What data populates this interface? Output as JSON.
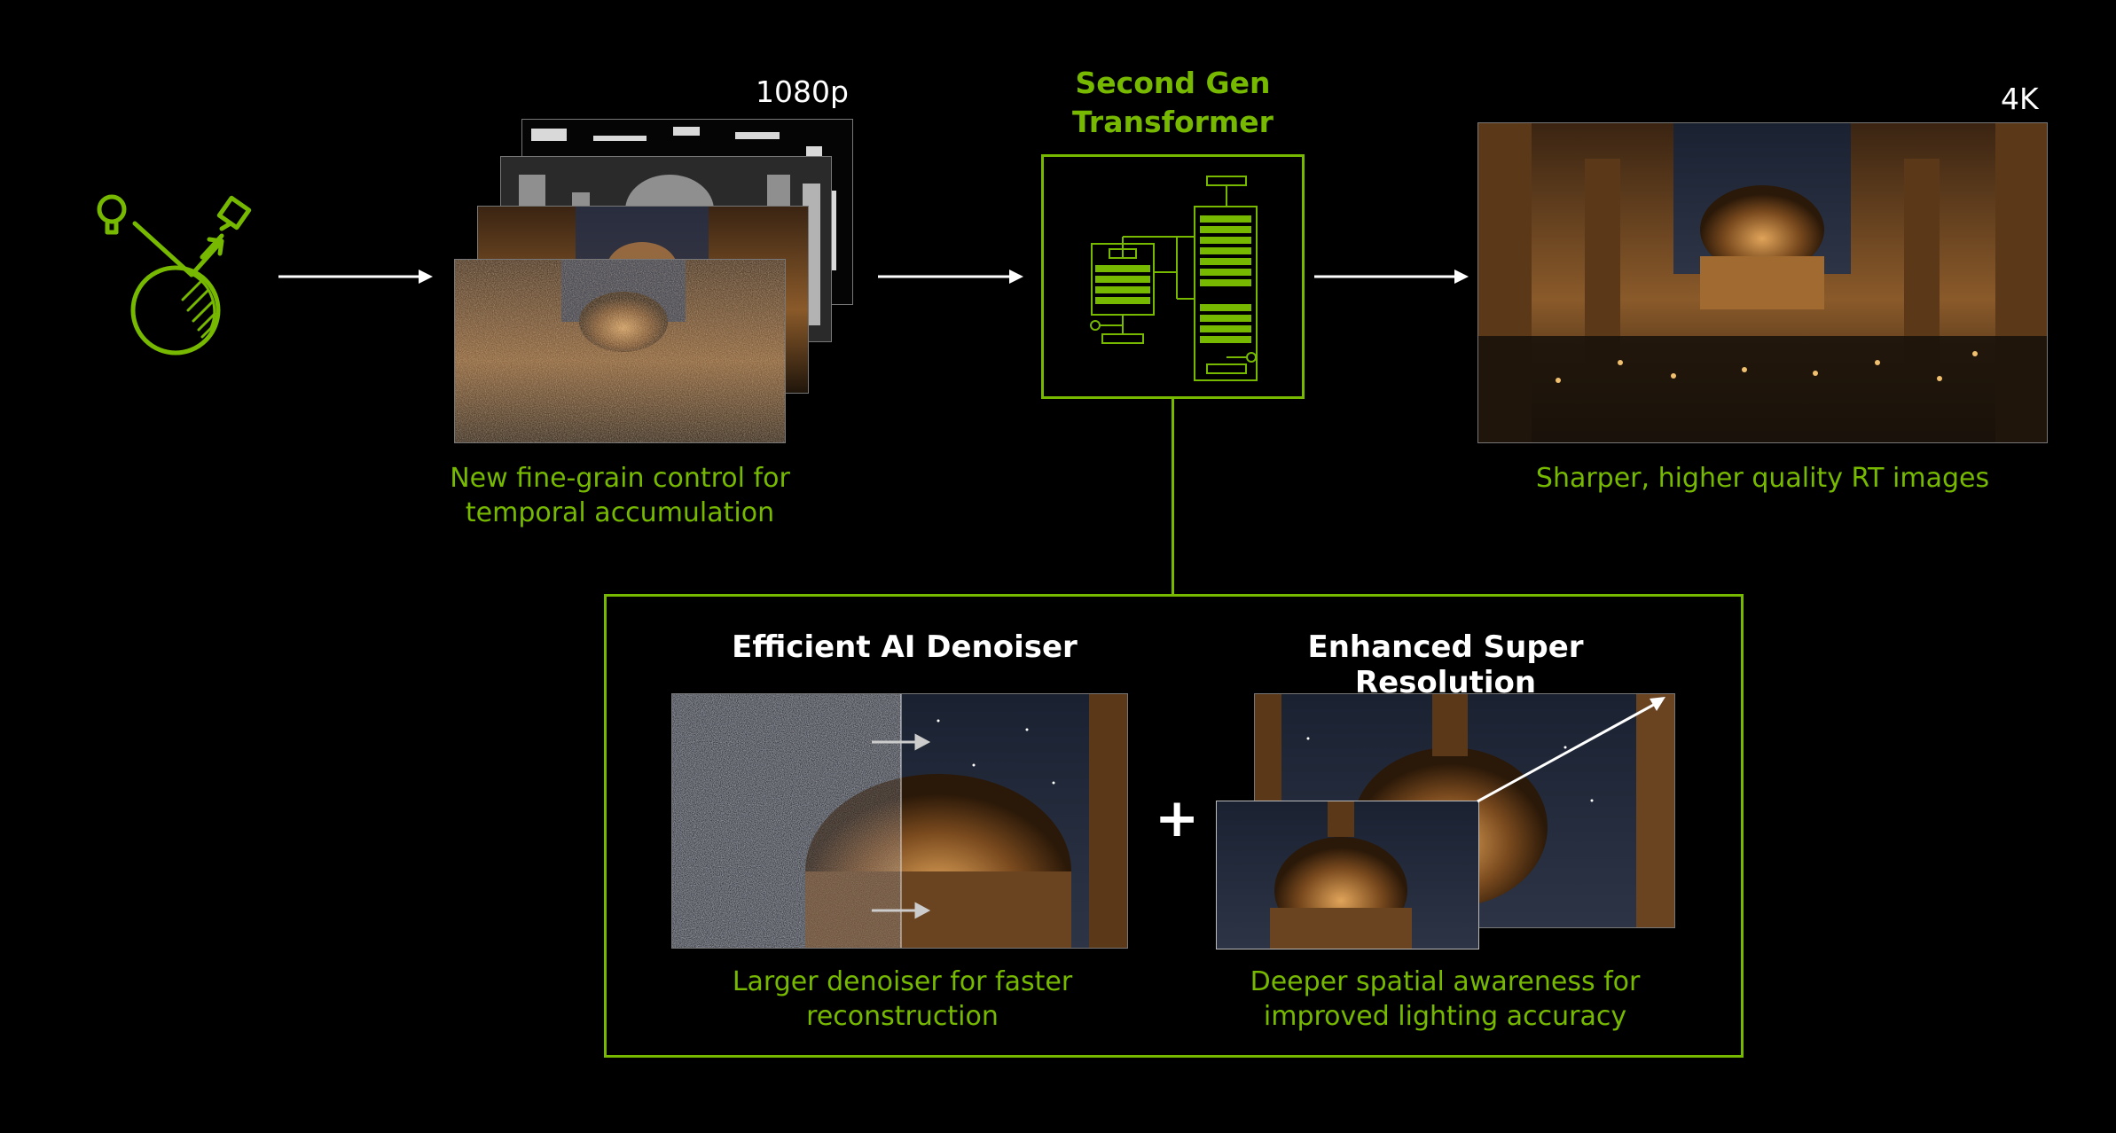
{
  "input": {
    "resolution_label": "1080p",
    "caption_line1": "New fine-grain control for",
    "caption_line2": "temporal accumulation"
  },
  "transformer": {
    "title_line1": "Second Gen",
    "title_line2": "Transformer"
  },
  "output": {
    "resolution_label": "4K",
    "caption": "Sharper, higher quality RT images"
  },
  "denoiser": {
    "title": "Efficient AI Denoiser",
    "caption_line1": "Larger denoiser for faster",
    "caption_line2": "reconstruction"
  },
  "super_resolution": {
    "title": "Enhanced Super Resolution",
    "caption_line1": "Deeper spatial awareness for",
    "caption_line2": "improved lighting accuracy"
  },
  "plus_symbol": "+",
  "icons": {
    "ray_tracing": "ray-tracing-icon",
    "transformer_diagram": "transformer-architecture-icon"
  },
  "colors": {
    "accent": "#76b900",
    "background": "#000000",
    "text": "#ffffff"
  }
}
